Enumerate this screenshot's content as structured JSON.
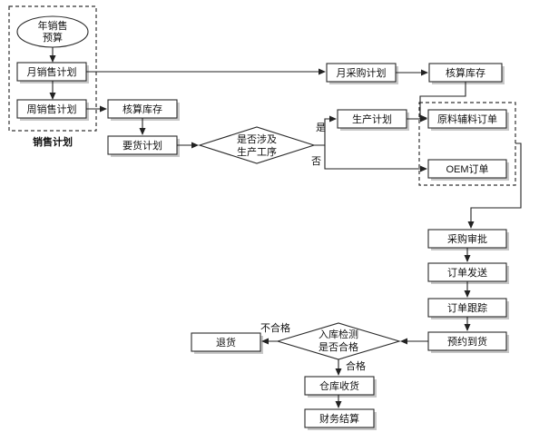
{
  "diagram": {
    "nodes": {
      "annual_budget_line1": "年销售",
      "annual_budget_line2": "预算",
      "monthly_sales_plan": "月销售计划",
      "weekly_sales_plan": "周销售计划",
      "sales_plan_group": "销售计划",
      "monthly_purchase_plan": "月采购计划",
      "inventory_check_top": "核算库存",
      "inventory_check_mid": "核算库存",
      "demand_plan": "要货计划",
      "decision_production_line1": "是否涉及",
      "decision_production_line2": "生产工序",
      "production_plan": "生产计划",
      "raw_material_order": "原料辅料订单",
      "oem_order": "OEM订单",
      "purchase_approval": "采购审批",
      "order_dispatch": "订单发送",
      "order_tracking": "订单跟踪",
      "scheduled_arrival": "预约到货",
      "decision_inspection_line1": "入库检测",
      "decision_inspection_line2": "是否合格",
      "return_goods": "退货",
      "warehouse_receiving": "仓库收货",
      "financial_settlement": "财务结算"
    },
    "edge_labels": {
      "yes": "是",
      "no": "否",
      "fail": "不合格",
      "pass": "合格"
    }
  }
}
